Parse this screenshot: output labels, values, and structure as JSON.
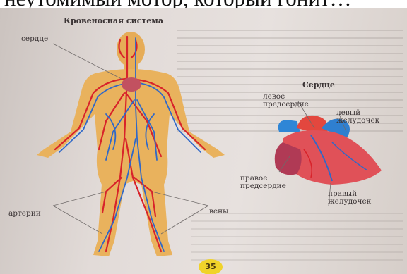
{
  "caption": "неутомимый мотор, который гонит…",
  "figure": {
    "title": "Кровеносная система",
    "labels": {
      "heart": "сердце",
      "arteries": "артерии",
      "veins": "вены"
    }
  },
  "inset": {
    "title": "Сердце",
    "labels": {
      "left_atrium": [
        "левое",
        "предсердие"
      ],
      "left_ventricle": [
        "левый",
        "желудочек"
      ],
      "right_atrium": [
        "правое",
        "предсердие"
      ],
      "right_ventricle": [
        "правый",
        "желудочек"
      ]
    }
  },
  "page_number": "35",
  "colors": {
    "body": "#e9b25d",
    "artery": "#d8232a",
    "vein": "#2f68c8",
    "page_badge": "#f0d32a"
  }
}
